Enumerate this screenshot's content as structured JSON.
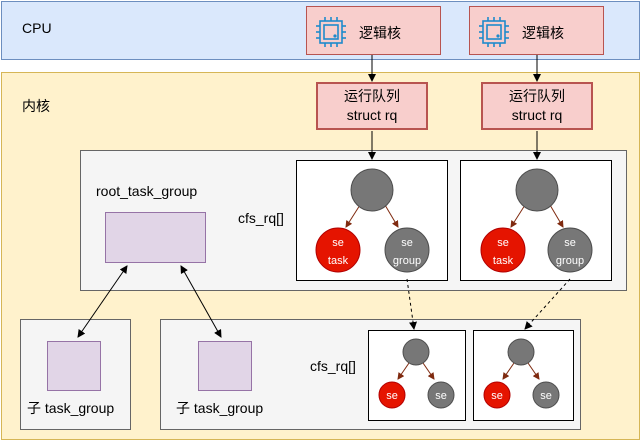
{
  "cpu": {
    "label": "CPU",
    "cores": [
      {
        "label": "逻辑核"
      },
      {
        "label": "逻辑核"
      }
    ]
  },
  "kernel": {
    "label": "内核",
    "runqueues": [
      {
        "line1": "运行队列",
        "line2": "struct rq"
      },
      {
        "line1": "运行队列",
        "line2": "struct rq"
      }
    ],
    "root_group": {
      "label": "root_task_group",
      "cfs_label": "cfs_rq[]"
    },
    "child_groups": [
      {
        "label": "子 task_group"
      },
      {
        "label": "子 task_group"
      }
    ],
    "child_cfs_label": "cfs_rq[]",
    "nodes": {
      "se_task": [
        "se",
        "task"
      ],
      "se_group": [
        "se",
        "group"
      ],
      "se": "se"
    }
  },
  "colors": {
    "cpu_fill": "#dae8fc",
    "kernel_fill": "#fff2cc",
    "rq_fill": "#f8cecc",
    "task_node": "#e51400",
    "group_node": "#777777",
    "tree_edge": "#7f2a0f"
  }
}
